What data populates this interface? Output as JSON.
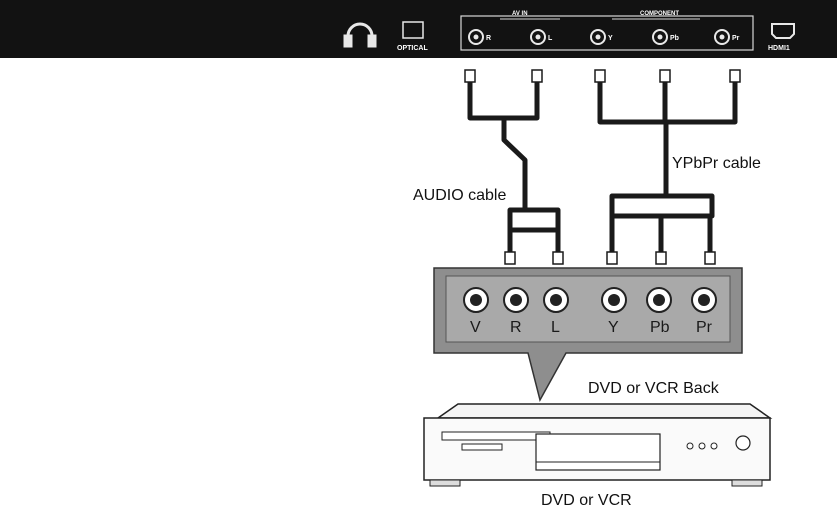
{
  "tv_panel": {
    "optical_label": "OPTICAL",
    "av_in_label": "AV IN",
    "component_label": "COMPONENT",
    "hdmi_label": "HDMI1",
    "jack_r": "R",
    "jack_l": "L",
    "jack_y": "Y",
    "jack_pb": "Pb",
    "jack_pr": "Pr",
    "icons": [
      "headphone-icon",
      "optical-port-icon",
      "rca-jack-icon",
      "hdmi-port-icon"
    ]
  },
  "cables": {
    "audio_label": "AUDIO cable",
    "ypbpr_label": "YPbPr cable"
  },
  "device_panel": {
    "jacks": [
      "V",
      "R",
      "L",
      "Y",
      "Pb",
      "Pr"
    ]
  },
  "captions": {
    "back_label": "DVD or VCR Back",
    "device_label": "DVD or VCR"
  }
}
